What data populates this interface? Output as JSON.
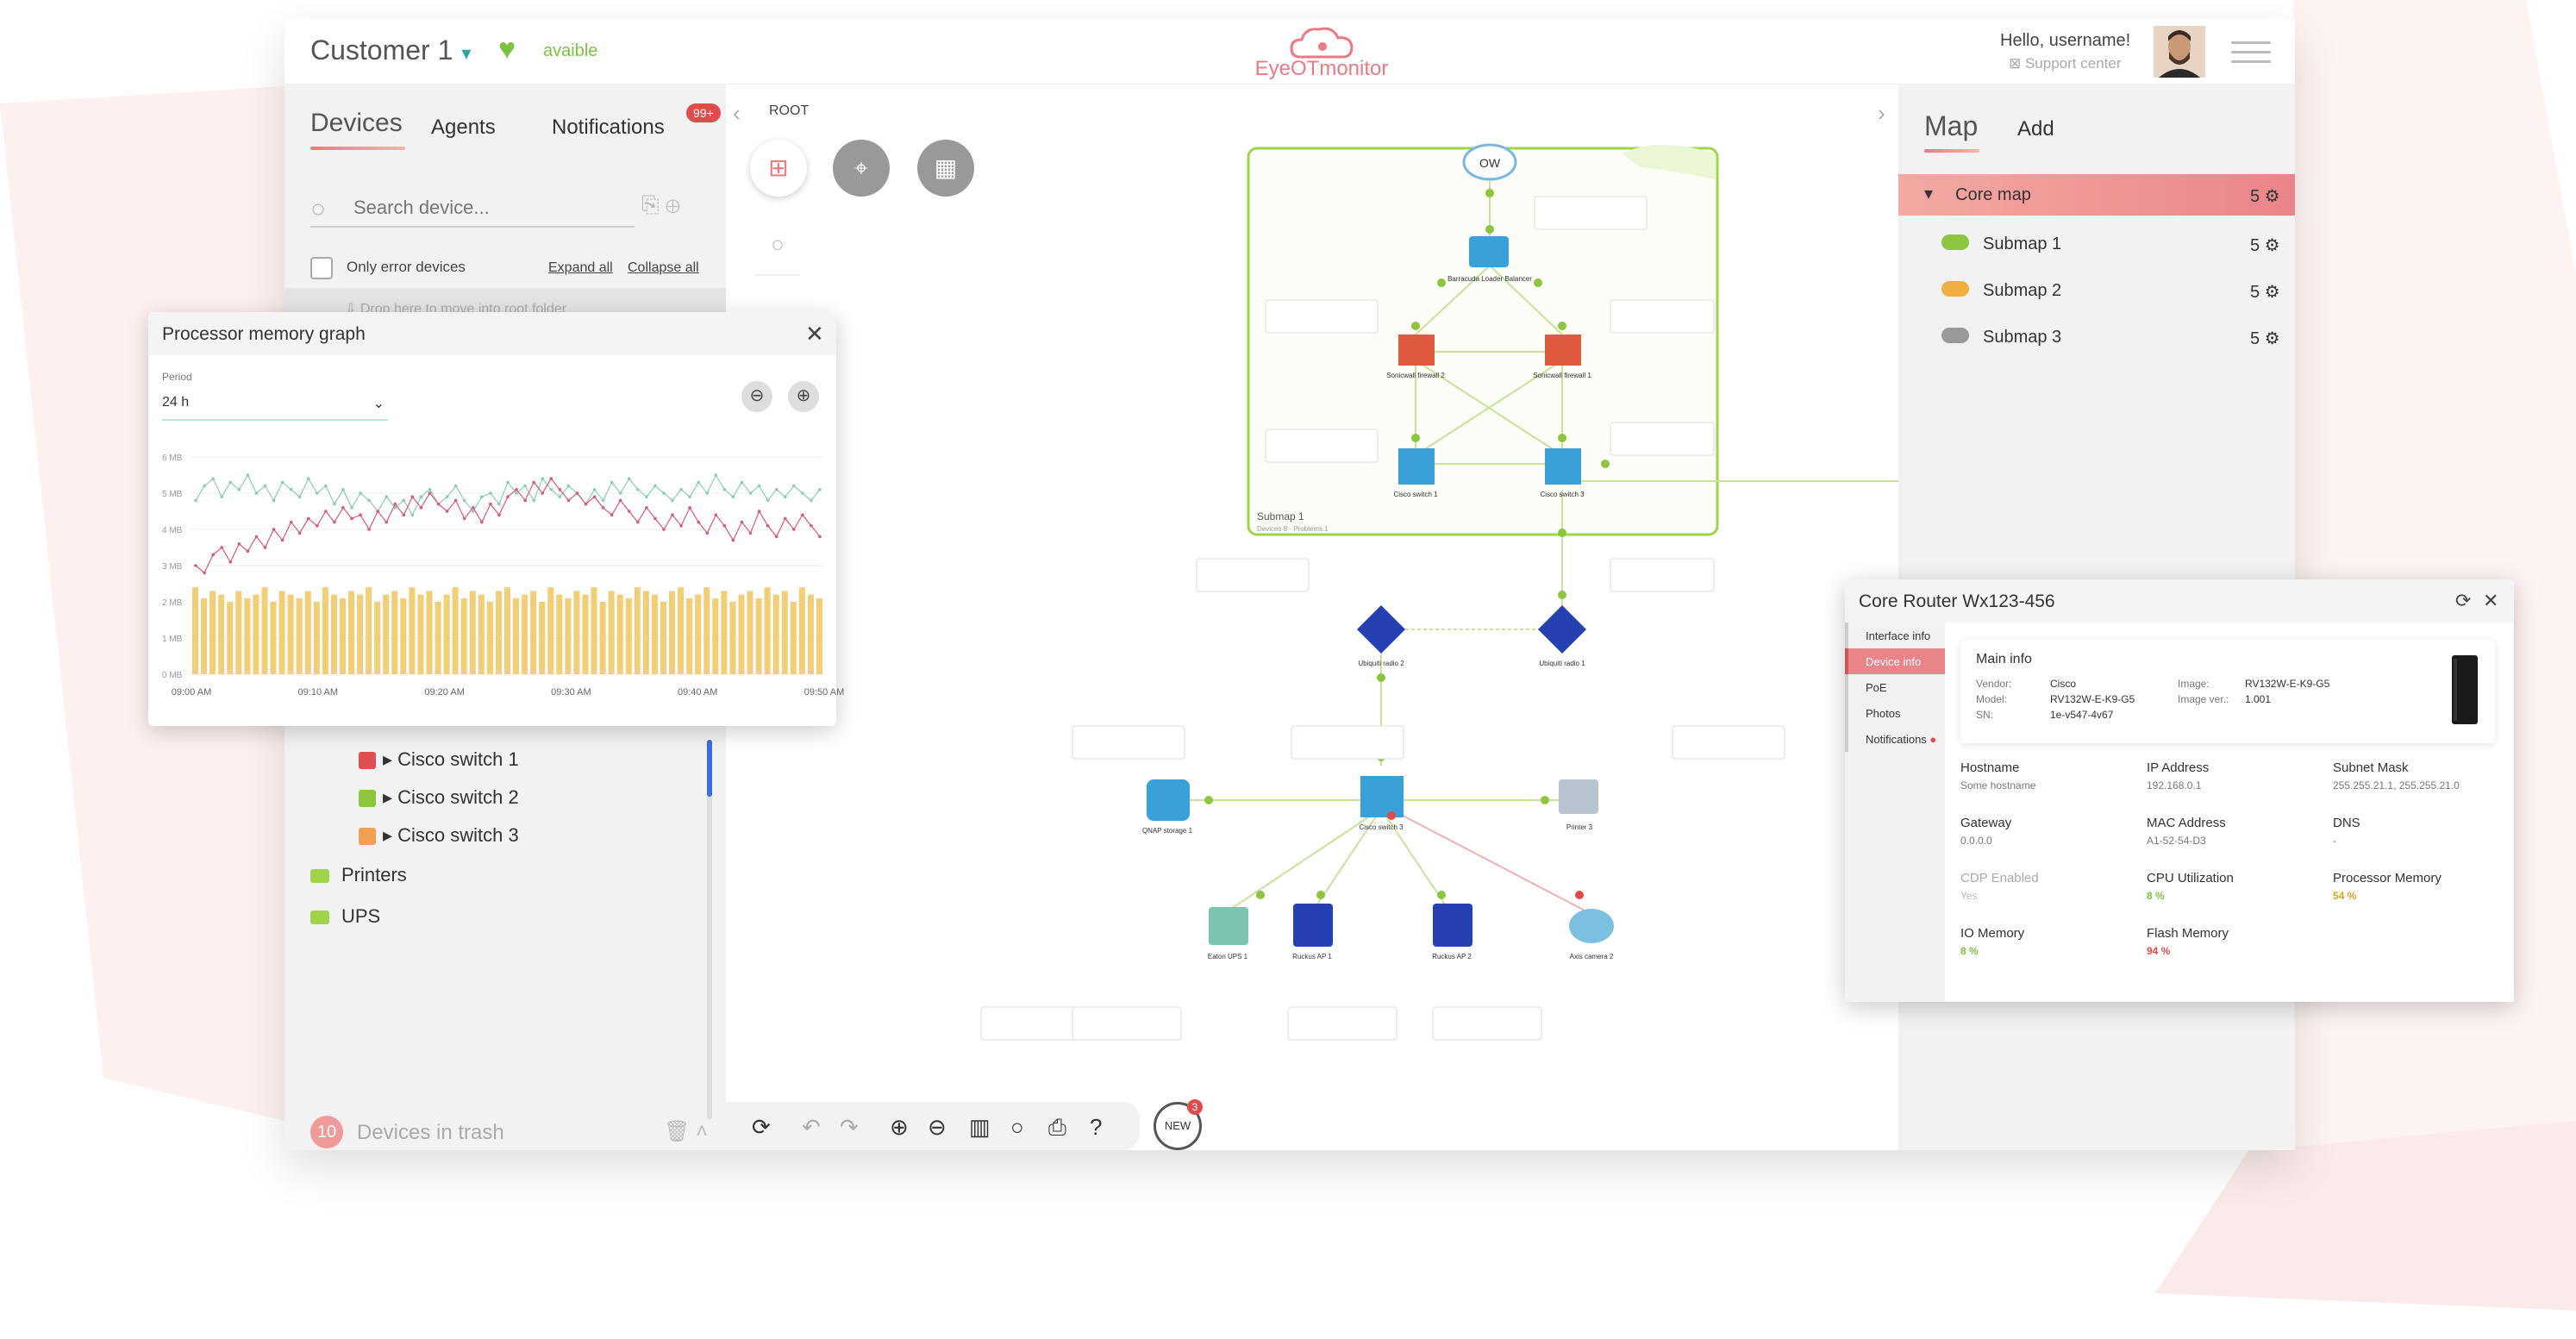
{
  "header": {
    "customer": "Customer 1",
    "status": "avaible",
    "logo_text": "EyeOTmonitor",
    "greeting": "Hello, username!",
    "support": "Support center"
  },
  "left": {
    "tabs": [
      "Devices",
      "Agents",
      "Notifications"
    ],
    "notif_badge": "99+",
    "search_placeholder": "Search device...",
    "only_errors": "Only error devices",
    "expand_all": "Expand all",
    "collapse_all": "Collapse all",
    "drop_hint": "Drop here to move into root folder",
    "tree": [
      {
        "label": "Cisco switch 1",
        "color": "#e05050"
      },
      {
        "label": "Cisco switch 2",
        "color": "#8cc63f"
      },
      {
        "label": "Cisco switch 3",
        "color": "#f0a050"
      }
    ],
    "folders": [
      "Printers",
      "UPS"
    ],
    "trash_count": "10",
    "trash_label": "Devices in trash"
  },
  "canvas": {
    "root": "ROOT",
    "submap_label": "Submap 1",
    "submap_sub": "Devices 8 · Problems 1",
    "nodes": [
      {
        "id": "ow",
        "label": "OW",
        "name": "Barracuda Loader Balancer"
      },
      {
        "name": "Sonicwall firewall 2"
      },
      {
        "name": "Sonicwall firewall 1"
      },
      {
        "name": "Cisco switch 1"
      },
      {
        "name": "Cisco switch 3"
      },
      {
        "name": "Ubiquiti radio 2"
      },
      {
        "name": "Ubiquiti radio 1"
      },
      {
        "name": "QNAP storage 1"
      },
      {
        "name": "Cisco switch 3"
      },
      {
        "name": "Printer 3"
      },
      {
        "name": "Eaton UPS 1"
      },
      {
        "name": "Ruckus AP 1"
      },
      {
        "name": "Ruckus AP 2"
      },
      {
        "name": "Axis camera 2"
      }
    ],
    "new_badge": "3",
    "new_label": "NEW"
  },
  "right": {
    "tabs": [
      "Map",
      "Add"
    ],
    "core_map": {
      "label": "Core map",
      "count": "5"
    },
    "submaps": [
      {
        "label": "Submap 1",
        "count": "5",
        "color": "#8cc63f"
      },
      {
        "label": "Submap 2",
        "count": "5",
        "color": "#f0b040"
      },
      {
        "label": "Submap 3",
        "count": "5",
        "color": "#999999"
      }
    ]
  },
  "memory_graph": {
    "title": "Processor memory graph",
    "period_label": "Period",
    "period_value": "24 h"
  },
  "chart_data": {
    "type": "bar",
    "yticks": [
      "0 MB",
      "1 MB",
      "2 MB",
      "3 MB",
      "4 MB",
      "5 MB",
      "6 MB"
    ],
    "ylim": [
      0,
      6
    ],
    "xticks": [
      "09:00 AM",
      "09:10 AM",
      "09:20 AM",
      "09:30 AM",
      "09:40 AM",
      "09:50 AM"
    ],
    "bars": [
      2.4,
      2.1,
      2.3,
      2.2,
      2.0,
      2.3,
      2.1,
      2.2,
      2.4,
      2.0,
      2.3,
      2.2,
      2.1,
      2.3,
      2.0,
      2.4,
      2.2,
      2.1,
      2.3,
      2.2,
      2.4,
      2.0,
      2.2,
      2.3,
      2.1,
      2.4,
      2.2,
      2.3,
      2.0,
      2.2,
      2.4,
      2.1,
      2.3,
      2.2,
      2.0,
      2.3,
      2.4,
      2.1,
      2.2,
      2.3,
      2.0,
      2.4,
      2.2,
      2.1,
      2.3,
      2.2,
      2.4,
      2.0,
      2.3,
      2.2,
      2.1,
      2.4,
      2.3,
      2.2,
      2.0,
      2.3,
      2.4,
      2.1,
      2.2,
      2.4,
      2.1,
      2.3,
      2.0,
      2.2,
      2.3,
      2.1,
      2.4,
      2.2,
      2.3,
      2.0,
      2.4,
      2.2,
      2.1
    ],
    "line_green": [
      4.8,
      5.2,
      5.4,
      4.9,
      5.3,
      5.1,
      5.5,
      5.0,
      5.2,
      4.8,
      5.3,
      5.1,
      4.9,
      5.4,
      5.0,
      5.2,
      4.7,
      5.1,
      4.6,
      5.0,
      4.8,
      4.5,
      4.9,
      4.6,
      4.8,
      4.4,
      4.9,
      5.1,
      4.7,
      4.9,
      5.2,
      4.8,
      4.5,
      4.9,
      5.0,
      4.7,
      5.3,
      5.0,
      5.2,
      4.8,
      5.4,
      5.1,
      4.9,
      5.2,
      5.0,
      4.7,
      5.1,
      4.8,
      5.3,
      5.0,
      5.4,
      5.1,
      4.9,
      5.2,
      5.0,
      4.8,
      5.1,
      4.9,
      5.3,
      5.0,
      5.5,
      5.1,
      4.9,
      5.3,
      5.0,
      5.2,
      4.8,
      5.1,
      4.9,
      5.2,
      5.0,
      4.8,
      5.1
    ],
    "line_red": [
      3.0,
      2.8,
      3.3,
      3.5,
      3.1,
      3.6,
      3.4,
      3.8,
      3.5,
      4.0,
      3.7,
      4.2,
      3.9,
      4.3,
      4.1,
      4.5,
      4.2,
      4.6,
      4.3,
      4.4,
      4.0,
      4.5,
      4.2,
      4.7,
      4.4,
      4.9,
      4.6,
      5.0,
      4.7,
      4.5,
      4.8,
      4.3,
      4.6,
      4.2,
      4.7,
      4.4,
      4.9,
      5.1,
      4.8,
      5.3,
      5.0,
      5.4,
      5.1,
      4.8,
      5.0,
      4.7,
      4.9,
      4.6,
      4.4,
      4.8,
      4.5,
      4.2,
      4.6,
      4.3,
      4.0,
      4.4,
      4.1,
      4.6,
      4.2,
      3.9,
      4.4,
      4.1,
      3.7,
      4.2,
      3.9,
      4.5,
      4.1,
      3.8,
      4.3,
      4.0,
      4.4,
      4.1,
      3.8
    ]
  },
  "router": {
    "title": "Core Router Wx123-456",
    "tabs": [
      "Interface info",
      "Device info",
      "PoE",
      "Photos",
      "Notifications"
    ],
    "main_info_title": "Main info",
    "vendor_label": "Vendor:",
    "vendor": "Cisco",
    "model_label": "Model:",
    "model": "RV132W-E-K9-G5",
    "sn_label": "SN:",
    "sn": "1e-v547-4v67",
    "image_label": "Image:",
    "image": "RV132W-E-K9-G5",
    "image_ver_label": "Image ver.:",
    "image_ver": "1.001",
    "fields": [
      {
        "label": "Hostname",
        "value": "Some hostname"
      },
      {
        "label": "IP Address",
        "value": "192.168.0.1"
      },
      {
        "label": "Subnet Mask",
        "value": "255.255.21.1, 255.255.21.0"
      },
      {
        "label": "Gateway",
        "value": "0.0.0.0"
      },
      {
        "label": "MAC Address",
        "value": "A1-52-54-D3"
      },
      {
        "label": "DNS",
        "value": "-"
      },
      {
        "label": "CDP Enabled",
        "value": "Yes"
      },
      {
        "label": "CPU Utilization",
        "value": "8 %"
      },
      {
        "label": "Processor Memory",
        "value": "54 %"
      },
      {
        "label": "IO Memory",
        "value": "8 %"
      },
      {
        "label": "Flash Memory",
        "value": "94 %"
      }
    ],
    "colors": {
      "good": "#7cc242",
      "warn": "#e0a020",
      "bad": "#e04b4b"
    }
  }
}
